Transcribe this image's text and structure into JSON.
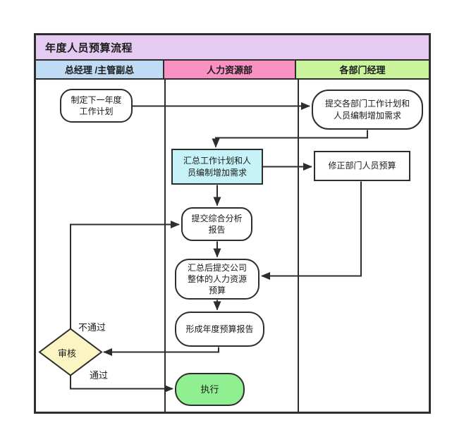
{
  "diagram_type": "swimlane-flowchart",
  "title": "年度人员预算流程",
  "lanes": [
    {
      "label": "总经理 /主管副总"
    },
    {
      "label": "人力资源部"
    },
    {
      "label": "各部门经理"
    }
  ],
  "nodes": {
    "plan": {
      "label": "制定下一年度\n工作计划",
      "shape": "rounded",
      "lane": "总经理 /主管副总"
    },
    "submit": {
      "label": "提交各部门工作计划和\n人员编制增加需求",
      "shape": "rounded",
      "lane": "各部门经理"
    },
    "summarize": {
      "label": "汇总工作计划和人\n员编制增加需求",
      "shape": "rectangle",
      "lane": "人力资源部"
    },
    "revise": {
      "label": "修正部门人员预算",
      "shape": "rectangle",
      "lane": "各部门经理"
    },
    "analysis": {
      "label": "提交综合分析\n报告",
      "shape": "rounded",
      "lane": "人力资源部"
    },
    "overall": {
      "label": "汇总后提交公司\n整体的人力资源\n预算",
      "shape": "rounded",
      "lane": "人力资源部"
    },
    "report": {
      "label": "形成年度预算报告",
      "shape": "rounded",
      "lane": "人力资源部"
    },
    "review": {
      "label": "审核",
      "shape": "diamond",
      "lane": "总经理 /主管副总"
    },
    "execute": {
      "label": "执行",
      "shape": "terminal",
      "lane": "人力资源部"
    }
  },
  "edges": [
    {
      "from": "plan",
      "to": "submit",
      "label": ""
    },
    {
      "from": "submit",
      "to": "summarize",
      "label": ""
    },
    {
      "from": "summarize",
      "to": "revise",
      "label": ""
    },
    {
      "from": "summarize",
      "to": "analysis",
      "label": ""
    },
    {
      "from": "revise",
      "to": "overall",
      "label": ""
    },
    {
      "from": "analysis",
      "to": "overall",
      "label": ""
    },
    {
      "from": "overall",
      "to": "report",
      "label": ""
    },
    {
      "from": "report",
      "to": "review",
      "label": ""
    },
    {
      "from": "review",
      "to": "analysis",
      "label": "不通过"
    },
    {
      "from": "review",
      "to": "execute",
      "label": "通过"
    }
  ],
  "colors": {
    "title_bg": "#E5CBF2",
    "lane_header_1": "#BFDCF4",
    "lane_header_2": "#F992C2",
    "lane_header_3": "#C9F49C",
    "process_highlight": "#C6F3F8",
    "decision_fill": "#FAF5C3",
    "terminal_fill": "#90EF90",
    "line": "#2D2D2D"
  }
}
